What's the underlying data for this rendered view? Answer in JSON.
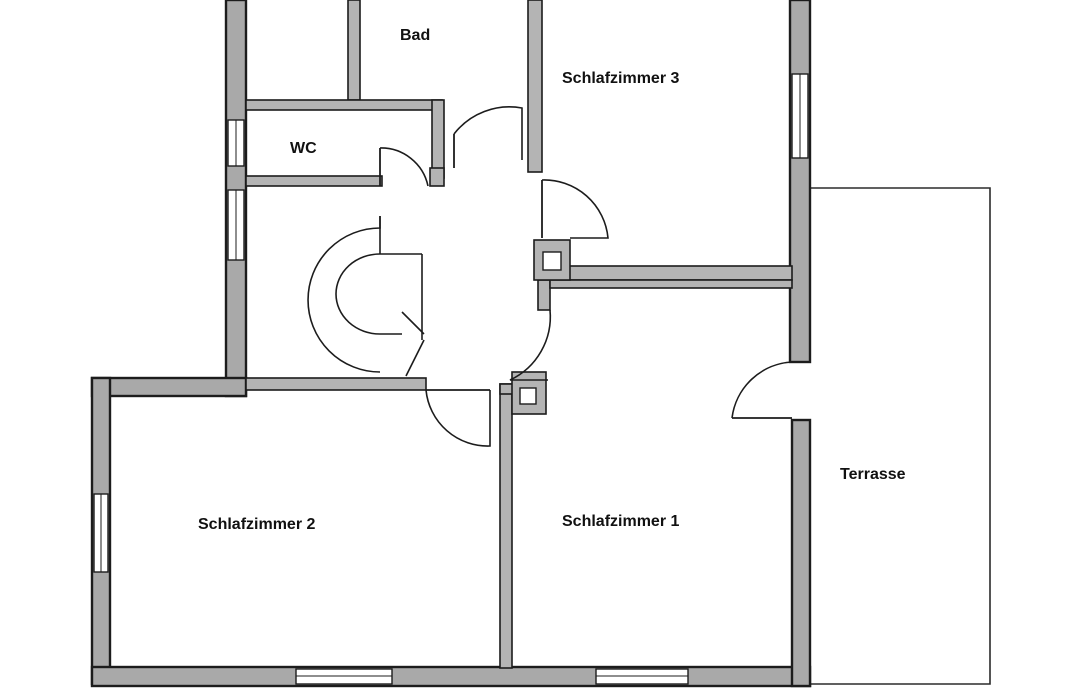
{
  "rooms": {
    "bad": {
      "label": "Bad"
    },
    "wc": {
      "label": "WC"
    },
    "schlafzimmer_3": {
      "label": "Schlafzimmer 3"
    },
    "schlafzimmer_2": {
      "label": "Schlafzimmer 2"
    },
    "schlafzimmer_1": {
      "label": "Schlafzimmer 1"
    },
    "terrasse": {
      "label": "Terrasse"
    }
  }
}
